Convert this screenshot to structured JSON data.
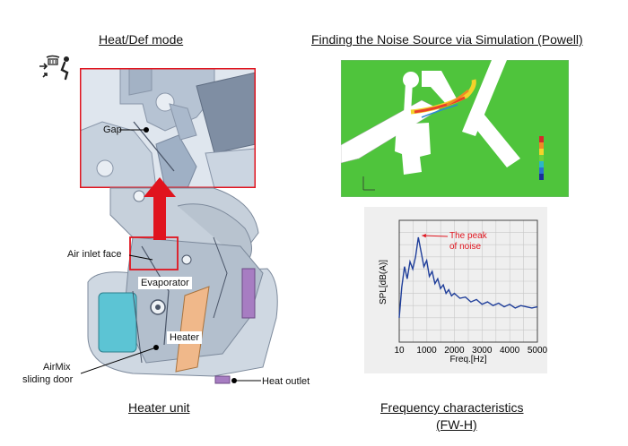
{
  "titles": {
    "heatdef": "Heat/Def mode",
    "simulation": "Finding the Noise Source via Simulation (Powell)",
    "heater_unit": "Heater unit",
    "freq_line1": "Frequency characteristics",
    "freq_line2": "(FW-H)"
  },
  "labels": {
    "gap": "Gap",
    "air_inlet": "Air inlet face",
    "evaporator": "Evaporator",
    "heater": "Heater",
    "airmix_line1": "AirMix",
    "airmix_line2": "sliding door",
    "heat_outlet": "Heat outlet"
  },
  "icons": {
    "mode_icon": "heat-def-mode-icon"
  },
  "colors": {
    "highlight_red": "#e0141e",
    "evaporator_cyan": "#5cc4d4",
    "heater_orange": "#f0b88a",
    "curve_blue": "#1f3e9a",
    "cfd_green": "#4fc43c"
  },
  "chart_data": {
    "type": "line",
    "xlabel": "Freq.[Hz]",
    "ylabel": "SPL[dB(A)]",
    "x_ticks": [
      "10",
      "1000",
      "2000",
      "3000",
      "4000",
      "5000"
    ],
    "xlim": [
      10,
      5000
    ],
    "annotation": {
      "line1": "The peak",
      "line2": "of noise",
      "x": 700
    },
    "series": [
      {
        "x": [
          10,
          100,
          200,
          300,
          400,
          500,
          600,
          700,
          800,
          900,
          1000,
          1100,
          1200,
          1300,
          1400,
          1500,
          1600,
          1700,
          1800,
          1900,
          2000,
          2200,
          2400,
          2600,
          2800,
          3000,
          3200,
          3400,
          3600,
          3800,
          4000,
          4200,
          4400,
          4600,
          4800,
          5000
        ],
        "values": [
          20,
          45,
          62,
          52,
          66,
          60,
          70,
          86,
          74,
          62,
          67,
          54,
          58,
          48,
          52,
          44,
          47,
          40,
          43,
          38,
          40,
          36,
          37,
          33,
          35,
          31,
          33,
          30,
          32,
          29,
          31,
          28,
          30,
          29,
          28,
          29
        ]
      }
    ]
  }
}
